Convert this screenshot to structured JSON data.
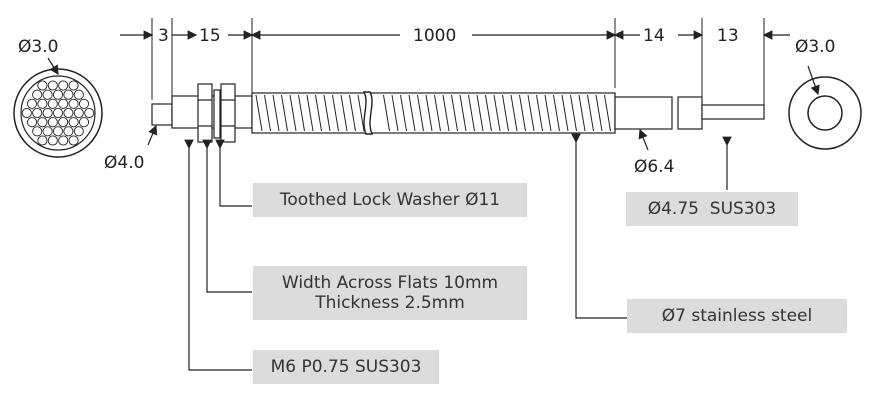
{
  "dimensions": {
    "d1": "3",
    "d2": "15",
    "d3": "1000",
    "d4": "14",
    "d5": "13"
  },
  "diameters": {
    "left_end": "Ø3.0",
    "right_end": "Ø3.0",
    "tip": "Ø4.0",
    "sleeve": "Ø6.4"
  },
  "callouts": {
    "lock_washer": "Toothed Lock Washer Ø11",
    "nut_line1": "Width Across Flats 10mm",
    "nut_line2": "Thickness 2.5mm",
    "thread": "M6 P0.75 SUS303",
    "probe": "Ø4.75  SUS303",
    "sheath": "Ø7 stainless steel"
  },
  "colors": {
    "stroke": "#222222",
    "label_bg": "#dcdcdc"
  }
}
